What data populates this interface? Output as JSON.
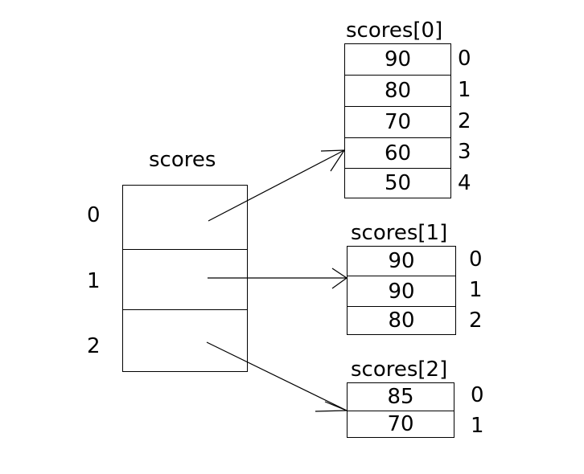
{
  "diagram": {
    "title_outer": "scores",
    "outer_indices": [
      "0",
      "1",
      "2"
    ],
    "subarrays": [
      {
        "title": "scores[0]",
        "values": [
          "90",
          "80",
          "70",
          "60",
          "50"
        ],
        "indices": [
          "0",
          "1",
          "2",
          "3",
          "4"
        ]
      },
      {
        "title": "scores[1]",
        "values": [
          "90",
          "90",
          "80"
        ],
        "indices": [
          "0",
          "1",
          "2"
        ]
      },
      {
        "title": "scores[2]",
        "values": [
          "85",
          "70"
        ],
        "indices": [
          "0",
          "1"
        ]
      }
    ],
    "colors": {
      "stroke": "#000000",
      "background": "#ffffff",
      "text": "#000000"
    }
  }
}
